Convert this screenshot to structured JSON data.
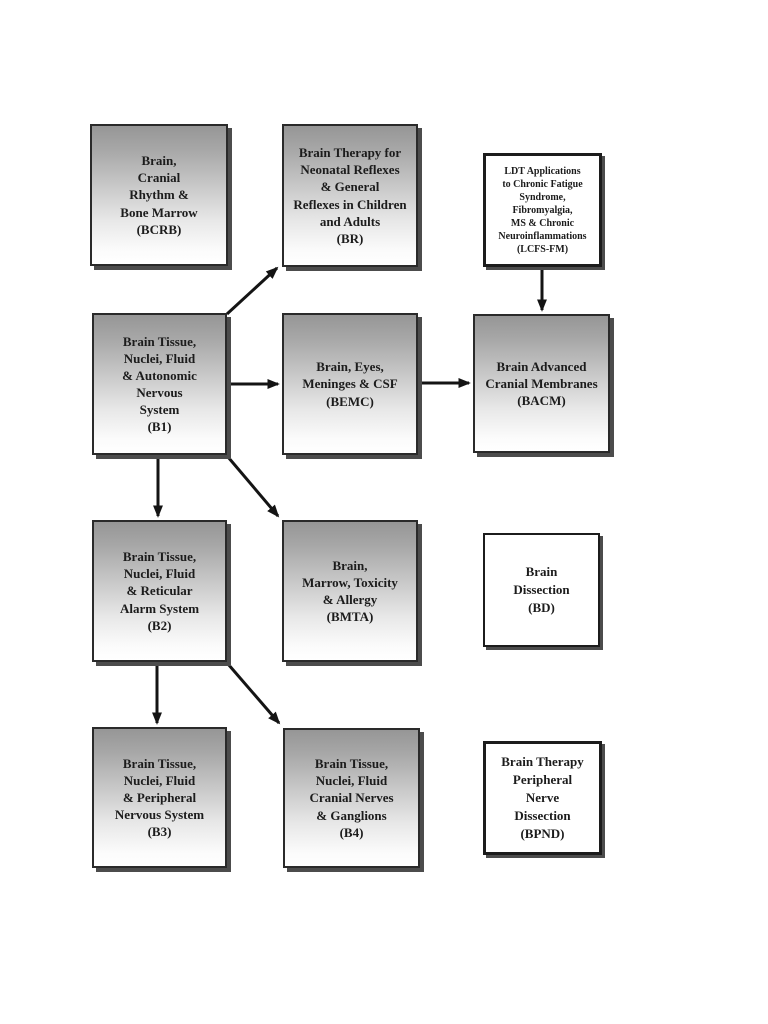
{
  "diagram": {
    "type": "flowchart",
    "nodes": [
      {
        "id": "bcrb",
        "code": "BCRB",
        "style": "gradient",
        "text": "Brain,\nCranial\nRhythm &\nBone Marrow\n(BCRB)"
      },
      {
        "id": "br",
        "code": "BR",
        "style": "gradient",
        "text": "Brain Therapy for\nNeonatal Reflexes\n& General\nReflexes in Children\nand Adults\n(BR)"
      },
      {
        "id": "lcfs_fm",
        "code": "LCFS-FM",
        "style": "plain",
        "text": "LDT Applications\nto Chronic Fatigue\nSyndrome,\nFibromyalgia,\nMS & Chronic\nNeuroinflammations\n(LCFS-FM)"
      },
      {
        "id": "b1",
        "code": "B1",
        "style": "gradient",
        "text": "Brain Tissue,\nNuclei, Fluid\n& Autonomic\nNervous\nSystem\n(B1)"
      },
      {
        "id": "bemc",
        "code": "BEMC",
        "style": "gradient",
        "text": "Brain, Eyes,\nMeninges & CSF\n(BEMC)"
      },
      {
        "id": "bacm",
        "code": "BACM",
        "style": "gradient",
        "text": "Brain Advanced\nCranial Membranes\n(BACM)"
      },
      {
        "id": "b2",
        "code": "B2",
        "style": "gradient",
        "text": "Brain Tissue,\nNuclei, Fluid\n& Reticular\nAlarm System\n(B2)"
      },
      {
        "id": "bmta",
        "code": "BMTA",
        "style": "gradient",
        "text": "Brain,\nMarrow, Toxicity\n& Allergy\n(BMTA)"
      },
      {
        "id": "bd",
        "code": "BD",
        "style": "plain",
        "text": "Brain\nDissection\n(BD)"
      },
      {
        "id": "b3",
        "code": "B3",
        "style": "gradient",
        "text": "Brain Tissue,\nNuclei, Fluid\n& Peripheral\nNervous System\n(B3)"
      },
      {
        "id": "b4",
        "code": "B4",
        "style": "gradient",
        "text": "Brain Tissue,\nNuclei, Fluid\nCranial Nerves\n& Ganglions\n(B4)"
      },
      {
        "id": "bpnd",
        "code": "BPND",
        "style": "plain",
        "text": "Brain Therapy\nPeripheral\nNerve\nDissection\n(BPND)"
      }
    ],
    "edges": [
      {
        "from": "B1",
        "to": "BR"
      },
      {
        "from": "B1",
        "to": "BEMC"
      },
      {
        "from": "BEMC",
        "to": "BACM"
      },
      {
        "from": "LCFS-FM",
        "to": "BACM"
      },
      {
        "from": "B1",
        "to": "B2"
      },
      {
        "from": "B1",
        "to": "BMTA"
      },
      {
        "from": "B2",
        "to": "B3"
      },
      {
        "from": "B2",
        "to": "B4"
      }
    ],
    "colors": {
      "node_gradient_top": "#969696",
      "node_gradient_bottom": "#ffffff",
      "node_border": "#2a2a2a",
      "plain_node_bg": "#ffffff",
      "shadow": "#4c4c4c",
      "arrow": "#141414",
      "text": "#1c1c1c",
      "page_bg": "#ffffff"
    }
  }
}
